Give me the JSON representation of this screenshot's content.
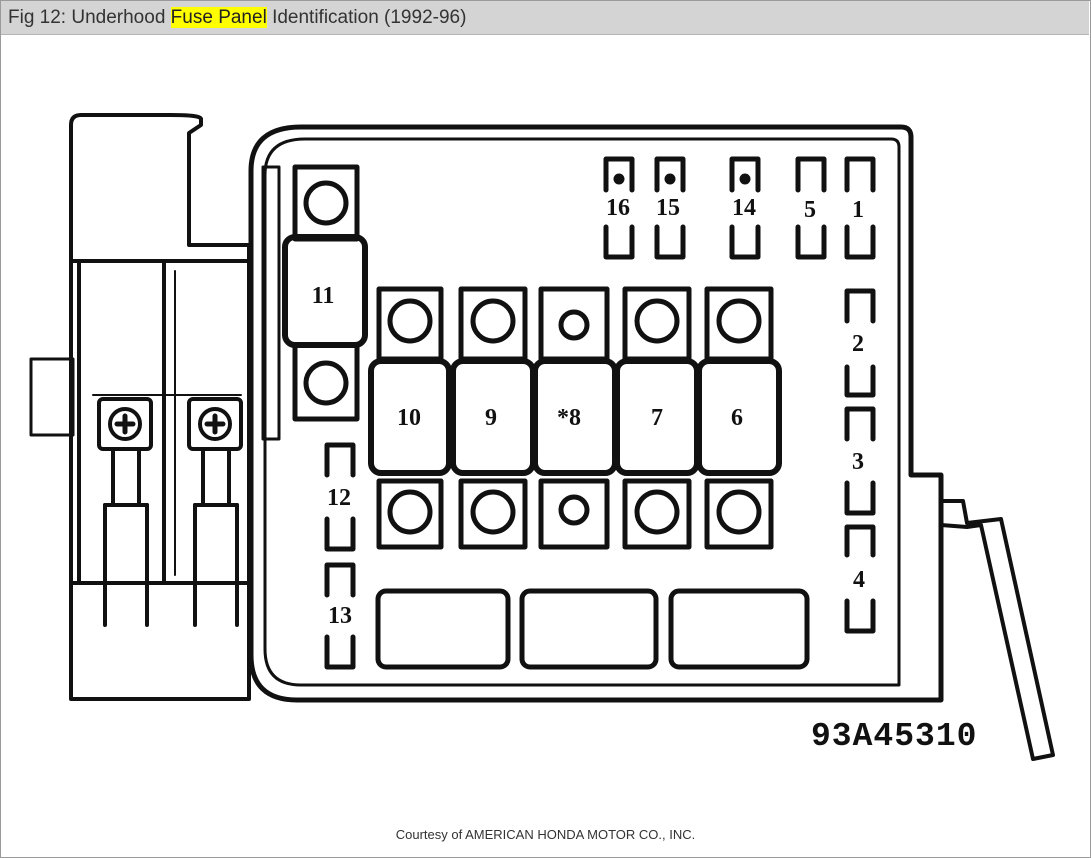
{
  "title": {
    "prefix": "Fig 12: Underhood ",
    "highlight": "Fuse Panel",
    "suffix": " Identification (1992-96)"
  },
  "diagram": {
    "fuse_labels": {
      "f1": "1",
      "f2": "2",
      "f3": "3",
      "f4": "4",
      "f5": "5",
      "f6": "6",
      "f7": "7",
      "f8": "*8",
      "f9": "9",
      "f10": "10",
      "f11": "11",
      "f12": "12",
      "f13": "13",
      "f14": "14",
      "f15": "15",
      "f16": "16"
    },
    "part_code": "93A45310"
  },
  "courtesy": "Courtesy of AMERICAN HONDA MOTOR CO., INC."
}
